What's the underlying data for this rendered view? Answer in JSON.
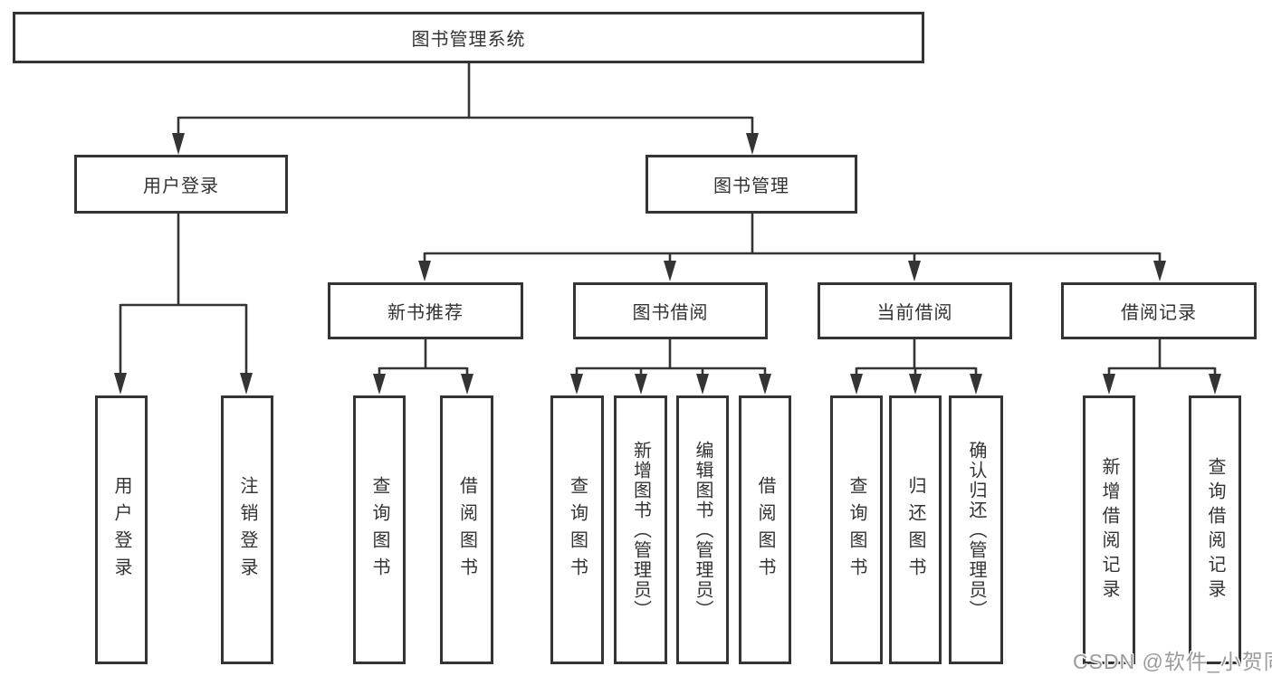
{
  "diagram": {
    "title": "图书管理系统",
    "type": "hierarchy-tree",
    "colors": {
      "line": "#343434",
      "border": "#343434",
      "text": "#333333",
      "background": "#ffffff",
      "watermark": "#9b9b9b"
    },
    "tree": {
      "root": {
        "label": "图书管理系统"
      },
      "children": [
        {
          "label": "用户登录",
          "children": [
            {
              "label": "用户登录"
            },
            {
              "label": "注销登录"
            }
          ]
        },
        {
          "label": "图书管理",
          "children": [
            {
              "label": "新书推荐",
              "children": [
                {
                  "label": "查询图书"
                },
                {
                  "label": "借阅图书"
                }
              ]
            },
            {
              "label": "图书借阅",
              "children": [
                {
                  "label": "查询图书"
                },
                {
                  "label": "新增图书（管理员）"
                },
                {
                  "label": "编辑图书（管理员）"
                },
                {
                  "label": "借阅图书"
                }
              ]
            },
            {
              "label": "当前借阅",
              "children": [
                {
                  "label": "查询图书"
                },
                {
                  "label": "归还图书"
                },
                {
                  "label": "确认归还（管理员）"
                }
              ]
            },
            {
              "label": "借阅记录",
              "children": [
                {
                  "label": "新增借阅记录"
                },
                {
                  "label": "查询借阅记录"
                }
              ]
            }
          ]
        }
      ]
    },
    "watermark": "CSDN @软件_小贺同学"
  }
}
